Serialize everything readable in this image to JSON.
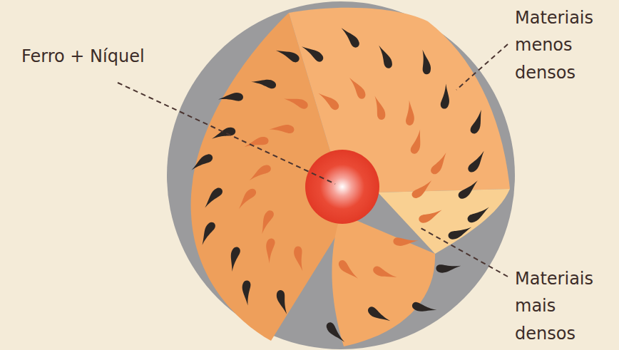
{
  "diagram": {
    "labels": [
      "Ferro + Níquel",
      "Materiais menos densos",
      "Materiais mais densos"
    ]
  }
}
